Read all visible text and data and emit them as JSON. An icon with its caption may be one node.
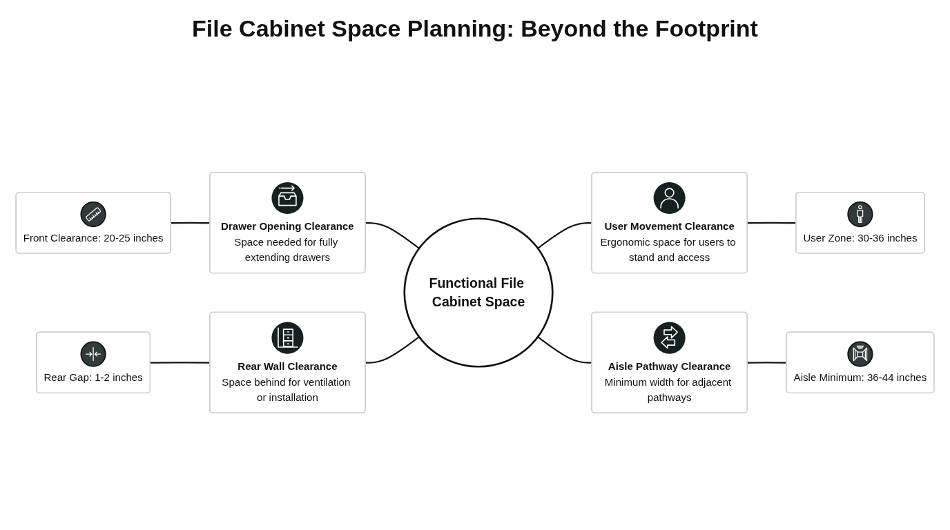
{
  "diagram": {
    "title": "File Cabinet Space Planning: Beyond the Footprint",
    "nodes": [
      {
        "text": [
          "Functional File Cabinet Space"
        ]
      },
      {
        "text": [
          "Drawer Opening Clearance",
          "Space needed for fully extending drawers"
        ]
      },
      {
        "text": [
          "Front Clearance: 20-25 inches"
        ]
      },
      {
        "text": [
          "User Movement Clearance",
          "Ergonomic space for users to stand and access"
        ]
      },
      {
        "text": [
          "User Zone: 30-36 inches"
        ]
      },
      {
        "text": [
          "Rear Wall Clearance",
          "Space behind for ventilation or installation"
        ]
      },
      {
        "text": [
          "Rear Gap: 1-2 inches"
        ]
      },
      {
        "text": [
          "Aisle Pathway Clearance",
          "Minimum width for adjacent pathways"
        ]
      },
      {
        "text": [
          "Aisle Minimum: 36-44 inches"
        ]
      }
    ],
    "edges": [
      {
        "from": 1,
        "to": 0,
        "arrow": "none"
      },
      {
        "from": 2,
        "to": 1,
        "arrow": "none"
      },
      {
        "from": 0,
        "to": 3,
        "arrow": "none"
      },
      {
        "from": 3,
        "to": 4,
        "arrow": "none"
      },
      {
        "from": 5,
        "to": 0,
        "arrow": "none"
      },
      {
        "from": 6,
        "to": 5,
        "arrow": "none"
      },
      {
        "from": 0,
        "to": 7,
        "arrow": "none"
      },
      {
        "from": 7,
        "to": 8,
        "arrow": "none"
      }
    ]
  }
}
